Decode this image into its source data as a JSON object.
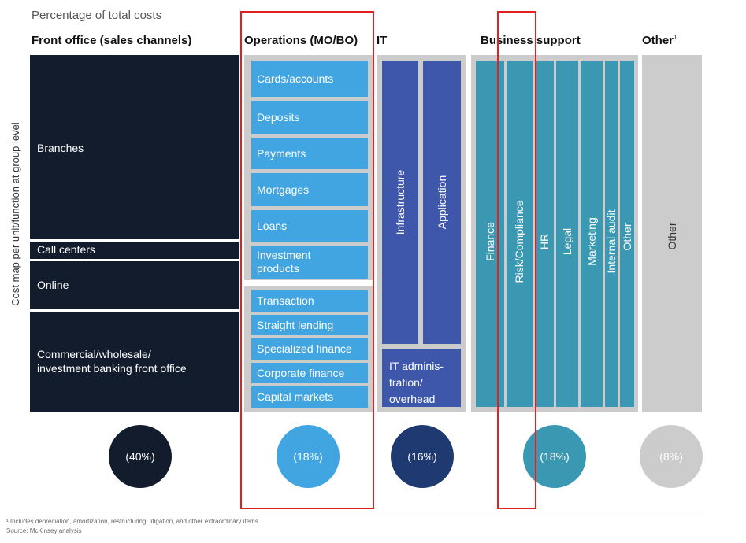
{
  "subtitle": "Percentage of total costs",
  "y_axis_label": "Cost map per unit/function at group level",
  "headers": {
    "front_office": "Front office (sales channels)",
    "operations": "Operations (MO/BO)",
    "it": "IT",
    "business_support": "Business support",
    "other": "Other",
    "other_sup": "1"
  },
  "front_office": {
    "segments": [
      "Branches",
      "Call centers",
      "Online",
      "Commercial/wholesale/\ninvestment banking front office"
    ],
    "percent": "(40%)",
    "color": "#121c2c"
  },
  "operations": {
    "top_items": [
      "Cards/accounts",
      "Deposits",
      "Payments",
      "Mortgages",
      "Loans",
      "Investment\nproducts"
    ],
    "bottom_items": [
      "Transaction",
      "Straight lending",
      "Specialized finance",
      "Corporate finance",
      "Capital markets"
    ],
    "percent": "(18%)",
    "color": "#41a5e1"
  },
  "it": {
    "columns": [
      "Infrastructure",
      "Application"
    ],
    "admin": "IT adminis-\ntration/\noverhead",
    "percent": "(16%)",
    "color": "#3e57aa",
    "circle_color": "#1f3a70"
  },
  "business_support": {
    "columns": [
      "Finance",
      "Risk/Compliance",
      "HR",
      "Legal",
      "Marketing",
      "Internal audit",
      "Other"
    ],
    "percent": "(18%)",
    "color": "#3a98b3"
  },
  "other": {
    "label": "Other",
    "percent": "(8%)",
    "color": "#cccccc"
  },
  "footnotes": {
    "note1": "¹ Includes depreciation, amortization, restructuring, litigation, and other extraordinary items.",
    "source": "Source: McKinsey analysis"
  },
  "highlight_color": "#e32020"
}
